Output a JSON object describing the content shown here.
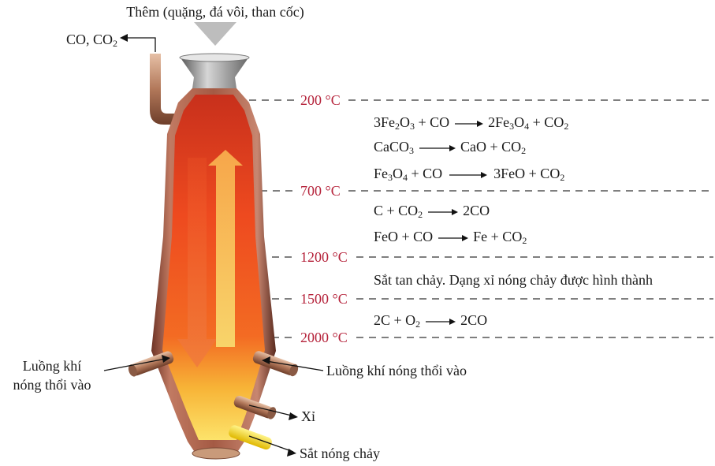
{
  "top_label": "Thêm (quặng, đá vôi, than cốc)",
  "exhaust_label": {
    "main": "CO, CO",
    "sub": "2"
  },
  "left_inlet_label": {
    "line1": "Luồng khí",
    "line2": "nóng thổi vào"
  },
  "right_inlet_label": "Luồng khí nóng thổi vào",
  "slag_label": "Xỉ",
  "iron_label": "Sắt nóng chảy",
  "temperatures": [
    "200 °C",
    "700 °C",
    "1200 °C",
    "1500 °C",
    "2000 °C"
  ],
  "reactions": {
    "r1": {
      "a": "3Fe",
      "a_s1": "2",
      "a_m": "O",
      "a_s2": "3",
      "a_t": " + CO",
      "b": "2Fe",
      "b_s1": "3",
      "b_m": "O",
      "b_s2": "4",
      "b_t": " + CO",
      "b_s3": "2"
    },
    "r2": {
      "a": "CaCO",
      "a_s": "3",
      "b": "CaO + CO",
      "b_s": "2"
    },
    "r3": {
      "a": "Fe",
      "a_s1": "3",
      "a_m": "O",
      "a_s2": "4",
      "a_t": " + CO",
      "b": "3FeO + CO",
      "b_s": "2"
    },
    "r4": {
      "a": "C + CO",
      "a_s": "2",
      "b": "2CO"
    },
    "r5": {
      "a": "FeO + CO",
      "b": "Fe + CO",
      "b_s": "2"
    },
    "melt": "Sắt tan chảy. Dạng xỉ nóng chảy được hình thành",
    "r6": {
      "a": "2C + O",
      "a_s": "2",
      "b": "2CO"
    }
  },
  "colors": {
    "temperature": "#b5223a",
    "furnace_shell": "#8a4a3a",
    "hot_zone": "#e8421e",
    "molten": "#f5d020"
  }
}
